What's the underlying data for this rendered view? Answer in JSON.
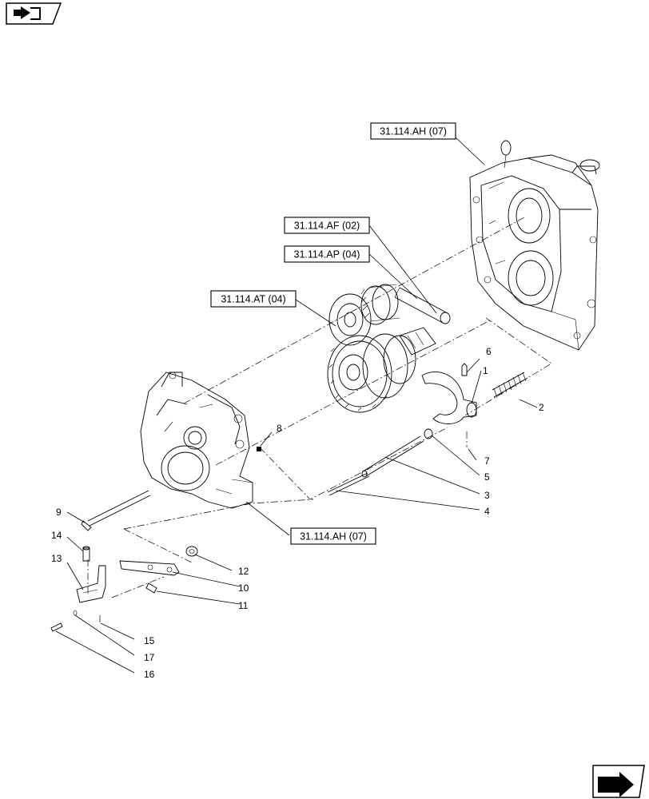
{
  "nav": {
    "top_icon": "book-arrow-icon",
    "bottom_icon": "return-arrow-icon"
  },
  "references": {
    "ah_top": "31.114.AH (07)",
    "af": "31.114.AF (02)",
    "ap": "31.114.AP (04)",
    "at": "31.114.AT (04)",
    "ah_bottom": "31.114.AH (07)"
  },
  "callouts": {
    "c1": "1",
    "c2": "2",
    "c3": "3",
    "c4": "4",
    "c5": "5",
    "c6": "6",
    "c7": "7",
    "c8": "8",
    "c9": "9",
    "c10": "10",
    "c11": "11",
    "c12": "12",
    "c13": "13",
    "c14": "14",
    "c15": "15",
    "c16": "16",
    "c17": "17"
  }
}
